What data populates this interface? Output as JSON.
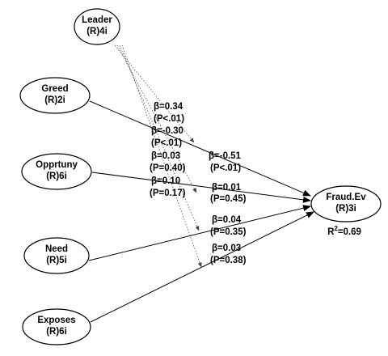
{
  "nodes": {
    "leader": {
      "name": "Leader",
      "items": "(R)4i"
    },
    "greed": {
      "name": "Greed",
      "items": "(R)2i"
    },
    "opprtuny": {
      "name": "Opprtuny",
      "items": "(R)6i"
    },
    "need": {
      "name": "Need",
      "items": "(R)5i"
    },
    "exposes": {
      "name": "Exposes",
      "items": "(R)6i"
    },
    "fraud": {
      "name": "Fraud.Ev",
      "items": "(R)3i"
    }
  },
  "r_squared": {
    "base": "R",
    "sup": "2",
    "value": "=0.69"
  },
  "moderation_paths": [
    {
      "beta": "β=0.34",
      "p": "(P<.01)"
    },
    {
      "beta": "β=-0.30",
      "p": "(P<.01)"
    },
    {
      "beta": "β=0.03",
      "p": "(P=0.40)"
    },
    {
      "beta": "β=0.10",
      "p": "(P=0.17)"
    }
  ],
  "direct_paths": [
    {
      "from": "Greed",
      "beta": "β=-0.51",
      "p": "(P<.01)"
    },
    {
      "from": "Opprtuny",
      "beta": "β=0.01",
      "p": "(P=0.45)"
    },
    {
      "from": "Need",
      "beta": "β=0.04",
      "p": "(P=0.35)"
    },
    {
      "from": "Exposes",
      "beta": "β=0.03",
      "p": "(P=0.38)"
    }
  ],
  "colors": {
    "stroke": "#000000",
    "moderation_line": "#555555",
    "background": "#ffffff"
  }
}
